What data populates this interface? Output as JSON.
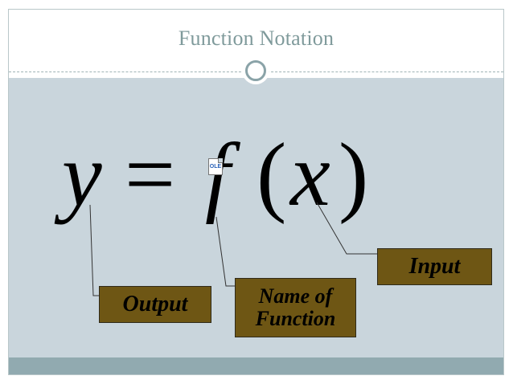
{
  "slide": {
    "title": "Function Notation",
    "colors": {
      "title": "#7f9a9b",
      "content_background": "#c9d5dc",
      "footer_bar": "#91aab0",
      "label_box": "#6e5614",
      "circle_ring": "#8aa3a8"
    }
  },
  "equation": {
    "output_var": "y",
    "equals": "=",
    "function_name": "f",
    "open_paren": "(",
    "input_var": "x",
    "close_paren": ")",
    "ole_icon_label": "OLE",
    "ole_icon": "ole-object-icon"
  },
  "labels": {
    "output": "Output",
    "name_of_function_line1": "Name of",
    "name_of_function_line2": "Function",
    "input": "Input"
  }
}
